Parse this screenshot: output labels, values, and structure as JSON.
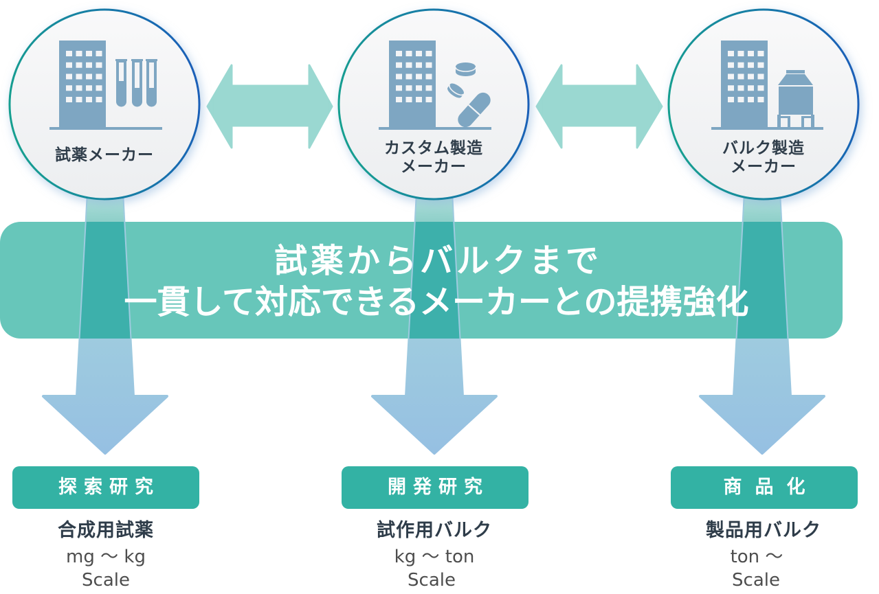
{
  "diagram": {
    "makers": [
      {
        "name": "reagent-maker",
        "label_lines": [
          "試薬メーカー"
        ],
        "icon": "building-test-tubes-icon"
      },
      {
        "name": "custom-manufacturing-maker",
        "label_lines": [
          "カスタム製造",
          "メーカー"
        ],
        "icon": "building-pills-icon"
      },
      {
        "name": "bulk-manufacturing-maker",
        "label_lines": [
          "バルク製造",
          "メーカー"
        ],
        "icon": "building-tank-icon"
      }
    ],
    "connectors": [
      {
        "from": "試薬メーカー",
        "to": "カスタム製造メーカー",
        "type": "bidirectional-arrow"
      },
      {
        "from": "カスタム製造メーカー",
        "to": "バルク製造メーカー",
        "type": "bidirectional-arrow"
      }
    ],
    "banner": {
      "line1": "試薬からバルクまで",
      "line2": "一貫して対応できるメーカーとの提携強化"
    },
    "stages": [
      {
        "label": "探索研究",
        "product": "合成用試薬",
        "scale_range": "mg 〜 kg",
        "scale_word": "Scale"
      },
      {
        "label": "開発研究",
        "product": "試作用バルク",
        "scale_range": "kg 〜 ton",
        "scale_word": "Scale"
      },
      {
        "label": "商品化",
        "product": "製品用バルク",
        "scale_range": "ton 〜",
        "scale_word": "Scale"
      }
    ]
  },
  "colors": {
    "banner": "#67c6ba",
    "banner_overlap": "#3db0ab",
    "stage_box": "#33b2a4",
    "double_arrow": "#9ad8d1",
    "down_arrow_top": "#9ecbdf",
    "down_arrow_bottom": "#96c0e2",
    "stem_top_light": "#b4e1dd",
    "stem_top_dark": "#8ecfc9",
    "icon": "#7ea6c2",
    "circle_fill_top": "#f9f9fa",
    "circle_fill_bottom": "#eceef0",
    "circle_border_left": "#13a08f",
    "circle_border_right": "#1a5fb8",
    "circle_glow": "#8fb4dc",
    "text_dark": "#2f3d4a"
  }
}
